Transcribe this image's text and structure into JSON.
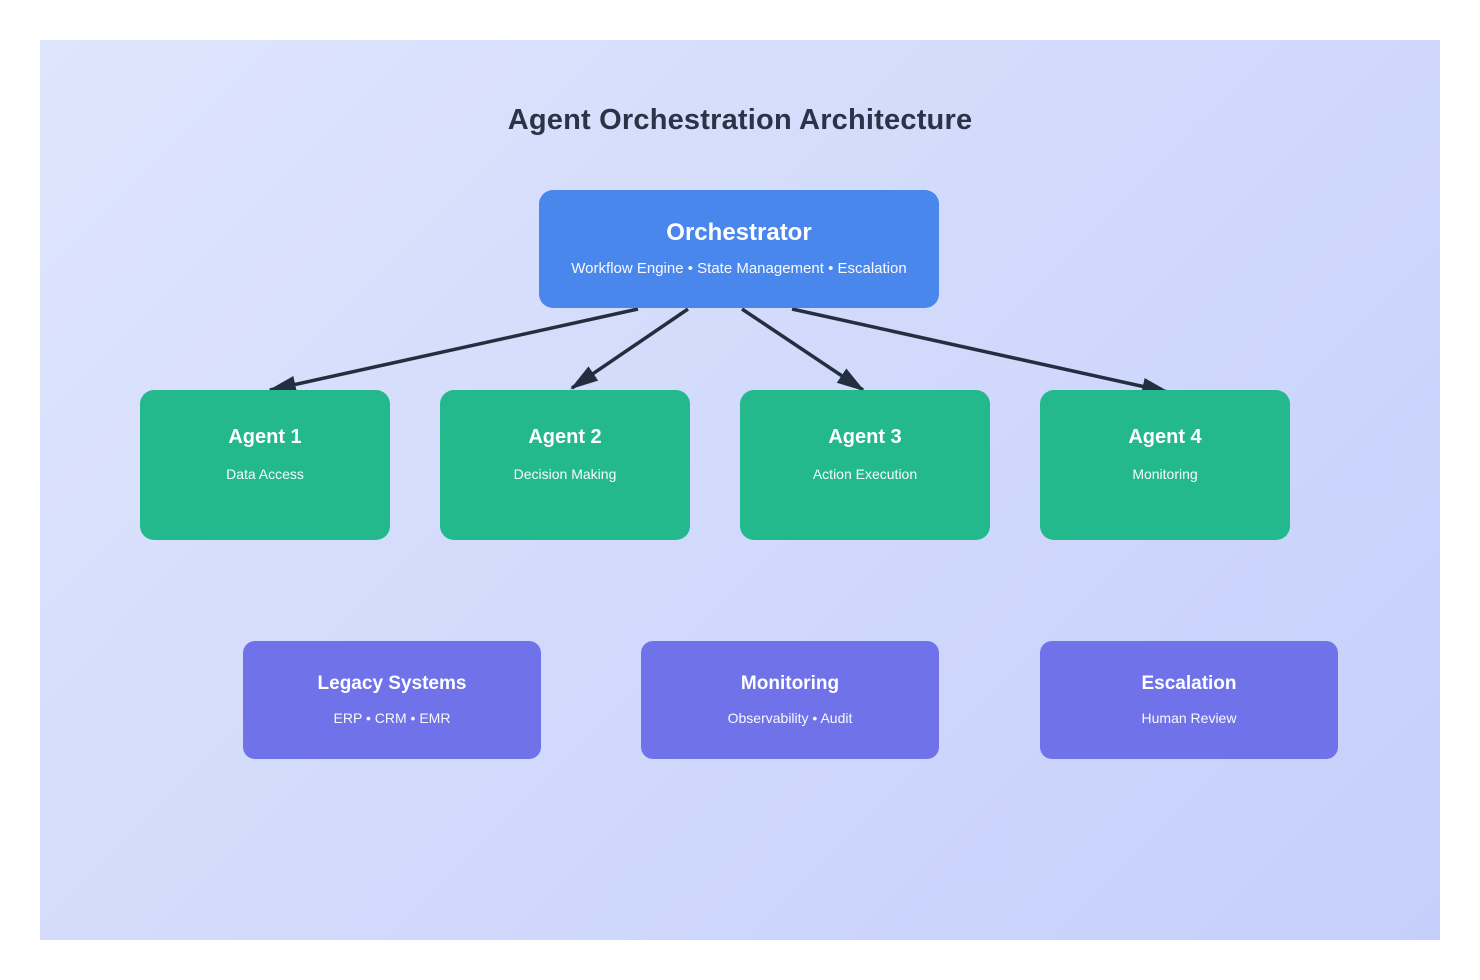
{
  "title": "Agent Orchestration Architecture",
  "colors": {
    "page_background": "#ffffff",
    "canvas_gradient_start": "#dfe5fc",
    "canvas_gradient_end": "#c5cffb",
    "orchestrator_fill": "#4a87ec",
    "agent_fill": "#23b98c",
    "system_fill": "#6f72e8",
    "arrow": "#222f3e",
    "title_text": "#2b3447",
    "node_text": "#ffffff"
  },
  "orchestrator": {
    "title": "Orchestrator",
    "subtitle": "Workflow Engine • State Management • Escalation"
  },
  "agents": [
    {
      "title": "Agent 1",
      "subtitle": "Data Access"
    },
    {
      "title": "Agent 2",
      "subtitle": "Decision Making"
    },
    {
      "title": "Agent 3",
      "subtitle": "Action Execution"
    },
    {
      "title": "Agent 4",
      "subtitle": "Monitoring"
    }
  ],
  "systems": [
    {
      "title": "Legacy Systems",
      "subtitle": "ERP • CRM • EMR"
    },
    {
      "title": "Monitoring",
      "subtitle": "Observability • Audit"
    },
    {
      "title": "Escalation",
      "subtitle": "Human Review"
    }
  ],
  "edges": [
    {
      "from": "Orchestrator",
      "to": "Agent 1"
    },
    {
      "from": "Orchestrator",
      "to": "Agent 2"
    },
    {
      "from": "Orchestrator",
      "to": "Agent 3"
    },
    {
      "from": "Orchestrator",
      "to": "Agent 4"
    }
  ]
}
